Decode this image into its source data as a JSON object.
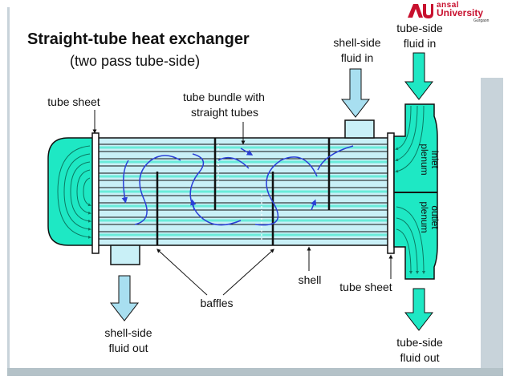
{
  "branding": {
    "logo_name": "ansal",
    "logo_university": "University",
    "logo_city": "Gurgaon"
  },
  "heading": {
    "title": "Straight-tube heat exchanger",
    "subtitle": "(two pass tube-side)"
  },
  "labels": {
    "shell_side_in_1": "shell-side",
    "shell_side_in_2": "fluid in",
    "tube_side_in_1": "tube-side",
    "tube_side_in_2": "fluid in",
    "tube_sheet_left": "tube sheet",
    "tube_bundle_1": "tube bundle with",
    "tube_bundle_2": "straight tubes",
    "inlet_plenum_1": "inlet",
    "inlet_plenum_2": "plenum",
    "outlet_plenum_1": "outlet",
    "outlet_plenum_2": "plenum",
    "shell": "shell",
    "tube_sheet_right": "tube sheet",
    "baffles": "baffles",
    "shell_side_out_1": "shell-side",
    "shell_side_out_2": "fluid out",
    "tube_side_out_1": "tube-side",
    "tube_side_out_2": "fluid out"
  },
  "colors": {
    "tube_fluid": "#1ee8c4",
    "shell_fluid": "#c9f0f7",
    "shell_arrow": "#a8dff0",
    "flow_arrow": "#2a3fd6",
    "stroke": "#111111",
    "logo_red": "#c8102e"
  }
}
